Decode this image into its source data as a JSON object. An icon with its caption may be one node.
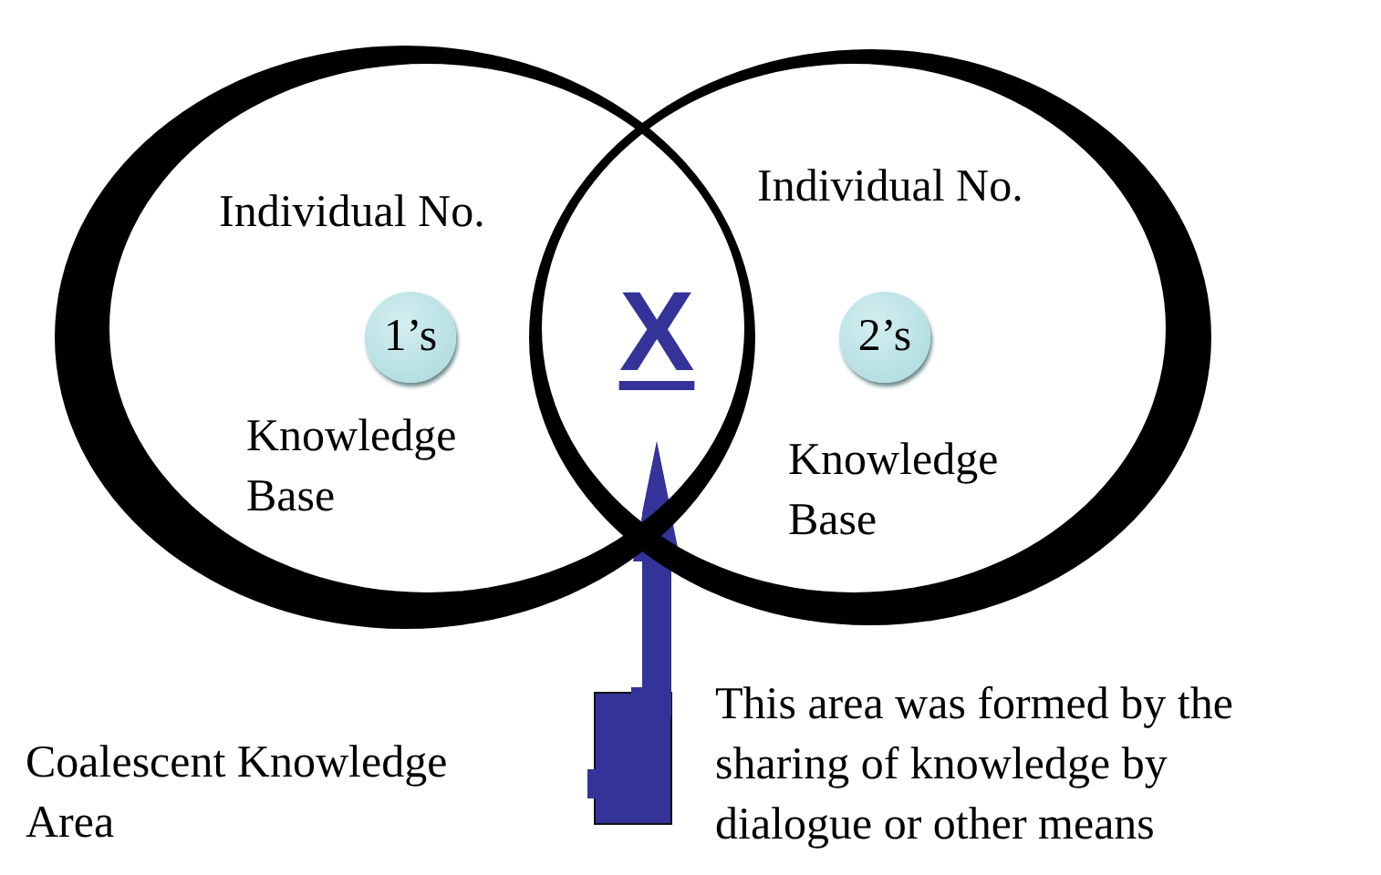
{
  "diagram": {
    "nodes": [
      {
        "text": [
          "Individual No.",
          "Knowledge Base"
        ]
      },
      {
        "text": [
          "1’s"
        ],
        "in": 0
      },
      {
        "text": [
          "X"
        ]
      },
      {
        "text": [
          "Individual No.",
          "Knowledge Base"
        ]
      },
      {
        "text": [
          "2’s"
        ],
        "in": 3
      },
      {
        "text": [
          "Coalescent Knowledge Area"
        ]
      }
    ],
    "edges": [
      {
        "from": 5,
        "to": 2,
        "arrow": "to",
        "color": "#333399"
      }
    ],
    "labels": [
      "This area was formed by the sharing of knowledge by dialogue or other means"
    ]
  }
}
